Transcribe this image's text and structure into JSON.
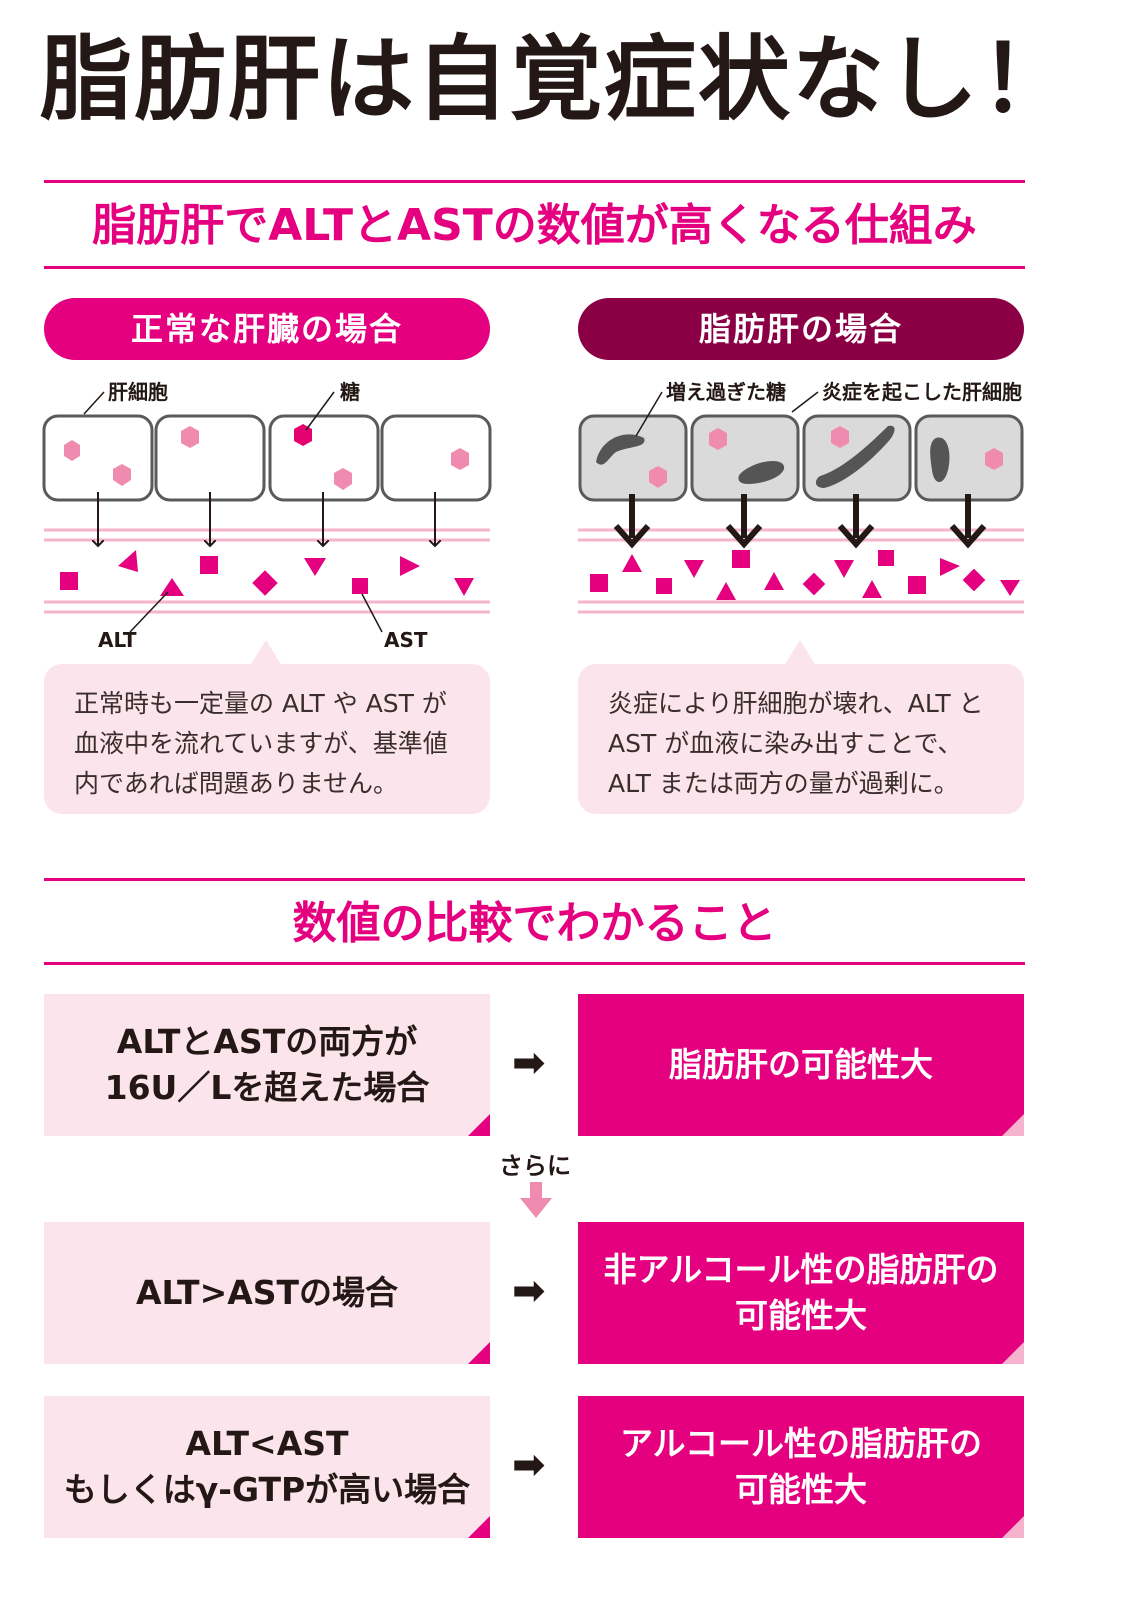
{
  "title": "脂肪肝は自覚症状なし！",
  "colors": {
    "accent": "#e4007f",
    "dark_accent": "#8b0045",
    "light_pink": "#fbe4ec",
    "pink_marker": "#f08bb0"
  },
  "mechanism": {
    "heading": "脂肪肝でALTとASTの数値が高くなる仕組み",
    "normal": {
      "label": "正常な肝臓の場合",
      "callouts": {
        "cell": "肝細胞",
        "sugar": "糖",
        "alt": "ALT",
        "ast": "AST"
      },
      "text": "正常時も一定量の ALT や AST が血液中を流れていますが、基準値内であれば問題ありません。"
    },
    "fatty": {
      "label": "脂肪肝の場合",
      "callouts": {
        "excess_sugar": "増え過ぎた糖",
        "inflamed_cell": "炎症を起こした肝細胞"
      },
      "text": "炎症により肝細胞が壊れ、ALT と AST が血液に染み出すことで、ALT または両方の量が過剰に。"
    }
  },
  "comparison": {
    "heading": "数値の比較でわかること",
    "furthermore": "さらに",
    "rows": [
      {
        "condition_lines": [
          "ALTとASTの両方が",
          "16U／Lを超えた場合"
        ],
        "result_lines": [
          "脂肪肝の可能性大"
        ]
      },
      {
        "condition_lines": [
          "ALT>ASTの場合"
        ],
        "result_lines": [
          "非アルコール性の脂肪肝の",
          "可能性大"
        ]
      },
      {
        "condition_lines": [
          "ALT<AST",
          "もしくはγ-GTPが高い場合"
        ],
        "result_lines": [
          "アルコール性の脂肪肝の",
          "可能性大"
        ]
      }
    ]
  }
}
